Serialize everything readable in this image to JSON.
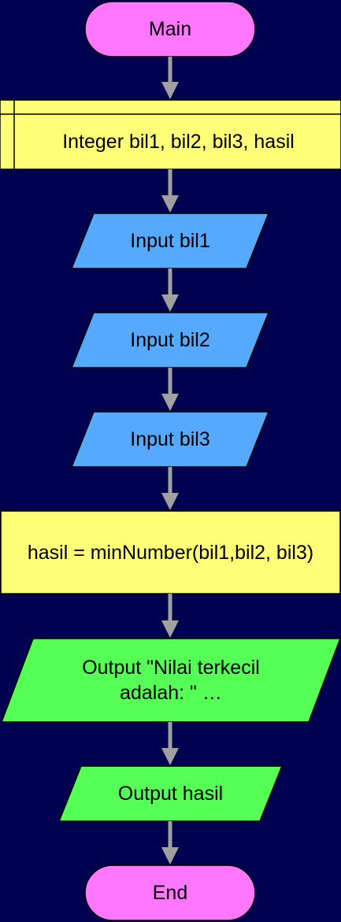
{
  "flowchart": {
    "start": "Main",
    "declare": "Integer bil1, bil2, bil3, hasil",
    "inputs": [
      "Input bil1",
      "Input bil2",
      "Input bil3"
    ],
    "assign": "hasil = minNumber(bil1,bil2, bil3)",
    "output_message": "Output \"Nilai terkecil adalah: \" …",
    "output_result": "Output hasil",
    "end": "End"
  },
  "colors": {
    "background": "#000050",
    "terminal": "#ff77ff",
    "process": "#ffff77",
    "input": "#55aaff",
    "output": "#55ff55",
    "arrow": "#a0a0a0",
    "outline": "#000000"
  }
}
